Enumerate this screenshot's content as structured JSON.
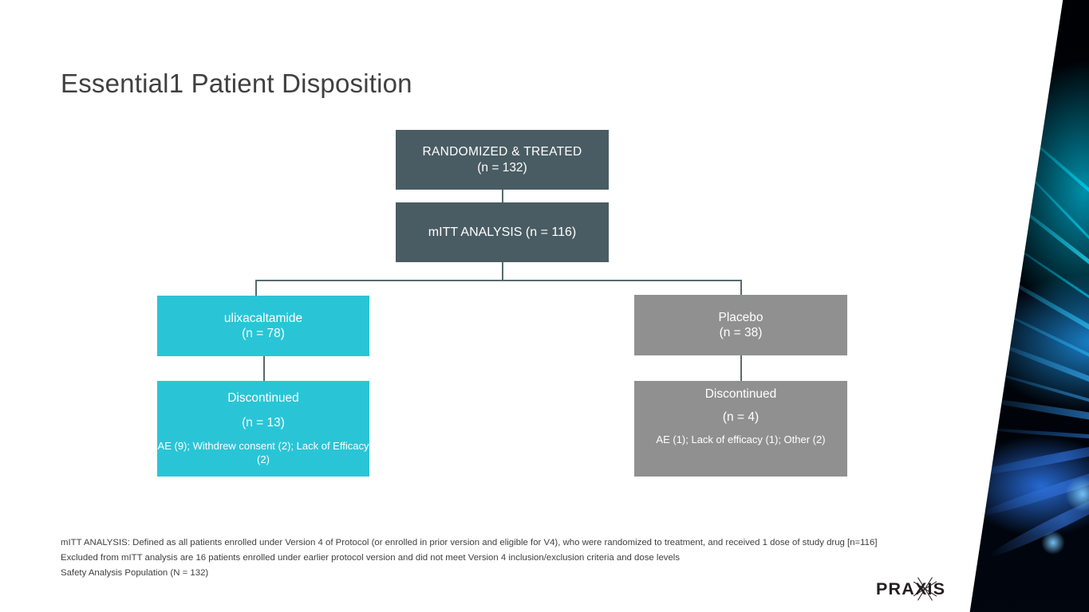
{
  "slide": {
    "title": "Essential1 Patient Disposition"
  },
  "flowchart": {
    "randomized": {
      "line1": "RANDOMIZED & TREATED",
      "line2": "(n = 132)"
    },
    "mitt": {
      "line1": "mITT ANALYSIS (n = 116)"
    },
    "ulixacaltamide": {
      "line1": "ulixacaltamide",
      "line2": "(n = 78)"
    },
    "placebo": {
      "line1": "Placebo",
      "line2": "(n = 38)"
    },
    "ulixacaltamide_discontinued": {
      "line1": "Discontinued",
      "line2": "(n = 13)",
      "line3": "AE (9); Withdrew consent (2); Lack of Efficacy (2)"
    },
    "placebo_discontinued": {
      "line1": "Discontinued",
      "line2": "(n = 4)",
      "line3": "AE (1);  Lack of efficacy (1); Other (2)"
    },
    "colors": {
      "dark_slate": "#4a5c63",
      "teal": "#29c5d7",
      "gray": "#909090",
      "connector": "#5a6a70",
      "box_text": "#ffffff"
    }
  },
  "footnotes": [
    "mITT ANALYSIS: Defined as all patients enrolled under Version 4 of Protocol (or enrolled in prior version and eligible for V4), who were randomized to treatment, and received 1 dose of study drug [n=116]",
    "Excluded from mITT analysis are 16 patients enrolled under earlier protocol version and did not meet Version 4 inclusion/exclusion criteria and dose levels",
    "Safety Analysis Population (N = 132)"
  ],
  "logo": {
    "wordmark": "PRAXIS",
    "text_color": "#231f20"
  }
}
